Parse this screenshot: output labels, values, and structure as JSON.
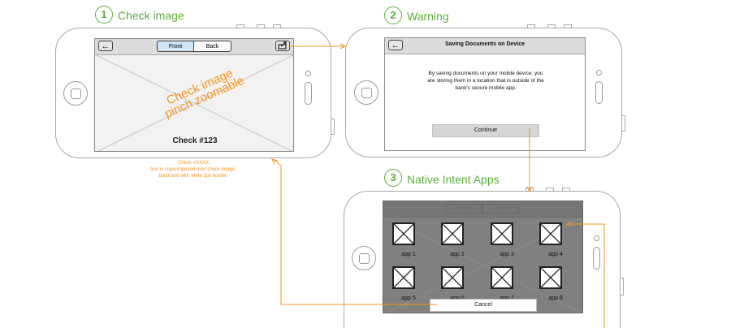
{
  "steps": [
    {
      "number": "1",
      "title": "Check image"
    },
    {
      "number": "2",
      "title": "Warning"
    },
    {
      "number": "3",
      "title": "Native Intent Apps"
    }
  ],
  "screen1": {
    "back_icon": "arrow-left-icon",
    "share_icon": "share-icon",
    "seg_front": "Front",
    "seg_back": "Back",
    "image_text_line1": "Check image",
    "image_text_line2": "pinch zoomable",
    "check_label": "Check #123",
    "note_line1": "Check #XXXX",
    "note_line2": "text is superimposed over check image,",
    "note_line3": "black text with white 2px border."
  },
  "screen2": {
    "title": "Saving Documents on Device",
    "body_line1": "By saving documents on your mobile device, you",
    "body_line2": "are storing them in a location that is outside of the",
    "body_line3": "bank's secure mobile app.",
    "button": "Continue"
  },
  "screen3": {
    "bg_front": "Front",
    "bg_back": "Back",
    "apps": [
      "app 1",
      "app 2",
      "app 3",
      "app 4",
      "app 5",
      "app 6",
      "app 7",
      "app 8"
    ],
    "cancel": "Cancel"
  },
  "colors": {
    "accent_green": "#5cae3c",
    "annotation_orange": "#f4931f",
    "overlay_gray": "#808080"
  }
}
